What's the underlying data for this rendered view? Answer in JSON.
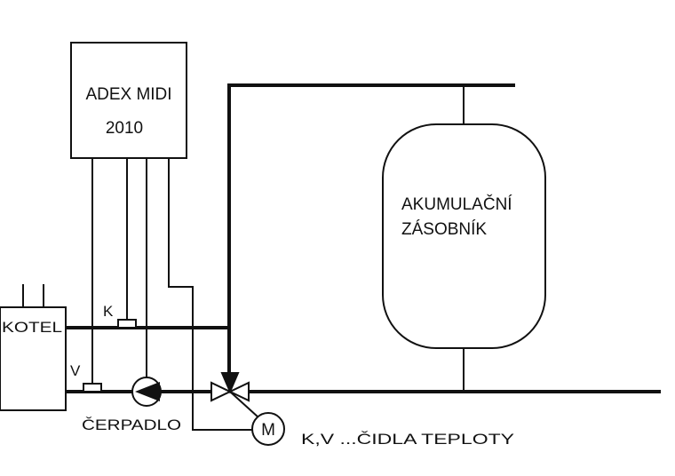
{
  "controller": {
    "name": "ADEX MIDI",
    "year": "2010"
  },
  "tank": {
    "line1": "AKUMULAČNÍ",
    "line2": "ZÁSOBNÍK"
  },
  "boiler": {
    "label": "KOTEL"
  },
  "sensors": {
    "k_label": "K",
    "v_label": "V"
  },
  "pump": {
    "label": "ČERPADLO"
  },
  "motor": {
    "symbol": "M"
  },
  "legend": {
    "text": "K,V ...ČIDLA TEPLOTY"
  },
  "colors": {
    "line": "#111111",
    "background": "#ffffff"
  }
}
